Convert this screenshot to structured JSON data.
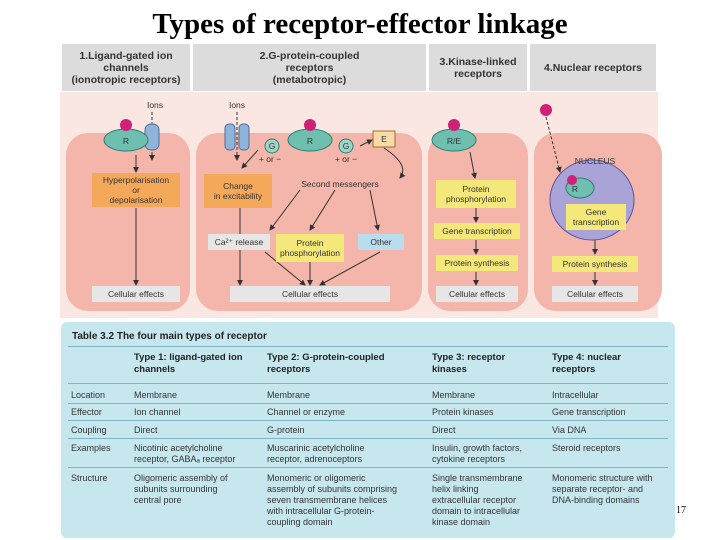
{
  "slide_title": "Types of receptor-effector linkage",
  "columns": [
    {
      "label": "1.Ligand-gated ion\nchannels\n(ionotropic receptors)"
    },
    {
      "label": "2.G-protein-coupled\nreceptors\n(metabotropic)"
    },
    {
      "label": "3.Kinase-linked\nreceptors"
    },
    {
      "label": "4.Nuclear receptors"
    }
  ],
  "diagram": {
    "ions_label": "Ions",
    "receptor_R": "R",
    "receptor_RE": "R/E",
    "g_label": "G",
    "effector_E": "E",
    "plus_or_minus": "+ or −",
    "nucleus_label": "NUCLEUS",
    "col1": {
      "effect": "Hyperpolarisation\nor\ndepolarisation",
      "cellular": "Cellular effects"
    },
    "col2": {
      "change": "Change\nin excitability",
      "second_messengers": "Second messengers",
      "ca_release": "Ca²⁺ release",
      "protein_phos": "Protein\nphosphorylation",
      "other": "Other",
      "cellular": "Cellular effects"
    },
    "col3": {
      "protein_phos": "Protein\nphosphorylation",
      "gene_transcription": "Gene transcription",
      "protein_synthesis": "Protein synthesis",
      "cellular": "Cellular effects"
    },
    "col4": {
      "gene_transcription": "Gene\ntranscription",
      "protein_synthesis": "Protein synthesis",
      "cellular": "Cellular effects"
    }
  },
  "table": {
    "caption": "Table 3.2   The four main types of receptor",
    "headers": [
      "Type 1: ligand-gated ion\nchannels",
      "Type 2: G-protein-coupled\nreceptors",
      "Type 3: receptor\nkinases",
      "Type 4: nuclear\nreceptors"
    ],
    "rows": [
      {
        "label": "Location",
        "cells": [
          "Membrane",
          "Membrane",
          "Membrane",
          "Intracellular"
        ]
      },
      {
        "label": "Effector",
        "cells": [
          "Ion channel",
          "Channel or enzyme",
          "Protein kinases",
          "Gene transcription"
        ]
      },
      {
        "label": "Coupling",
        "cells": [
          "Direct",
          "G-protein",
          "Direct",
          "Via DNA"
        ]
      },
      {
        "label": "Examples",
        "cells": [
          "Nicotinic acetylcholine\nreceptor, GABAₐ receptor",
          "Muscarinic acetylcholine\nreceptor, adrenoceptors",
          "Insulin, growth factors,\ncytokine receptors",
          "Steroid receptors"
        ]
      },
      {
        "label": "Structure",
        "cells": [
          "Oligomeric assembly of\nsubunits surrounding\ncentral pore",
          "Monomeric or oligomeric\nassembly of subunits comprising\nseven transmembrane helices\nwith intracellular G-protein-\ncoupling domain",
          "Single transmembrane\nhelix linking\nextracellular receptor\ndomain to intracellular\nkinase domain",
          "Monomeric structure with\nseparate receptor- and\nDNA-binding domains"
        ]
      }
    ]
  },
  "page_number": "17",
  "colors": {
    "cell": "#f4b5aa",
    "membrane_bg": "#fbe7e2",
    "table_bg": "#c6e7ee",
    "yellow_box": "#f4e87a",
    "orange_box": "#f4a85a",
    "receptor": "#6fbfb0",
    "ligand": "#d0207a"
  }
}
